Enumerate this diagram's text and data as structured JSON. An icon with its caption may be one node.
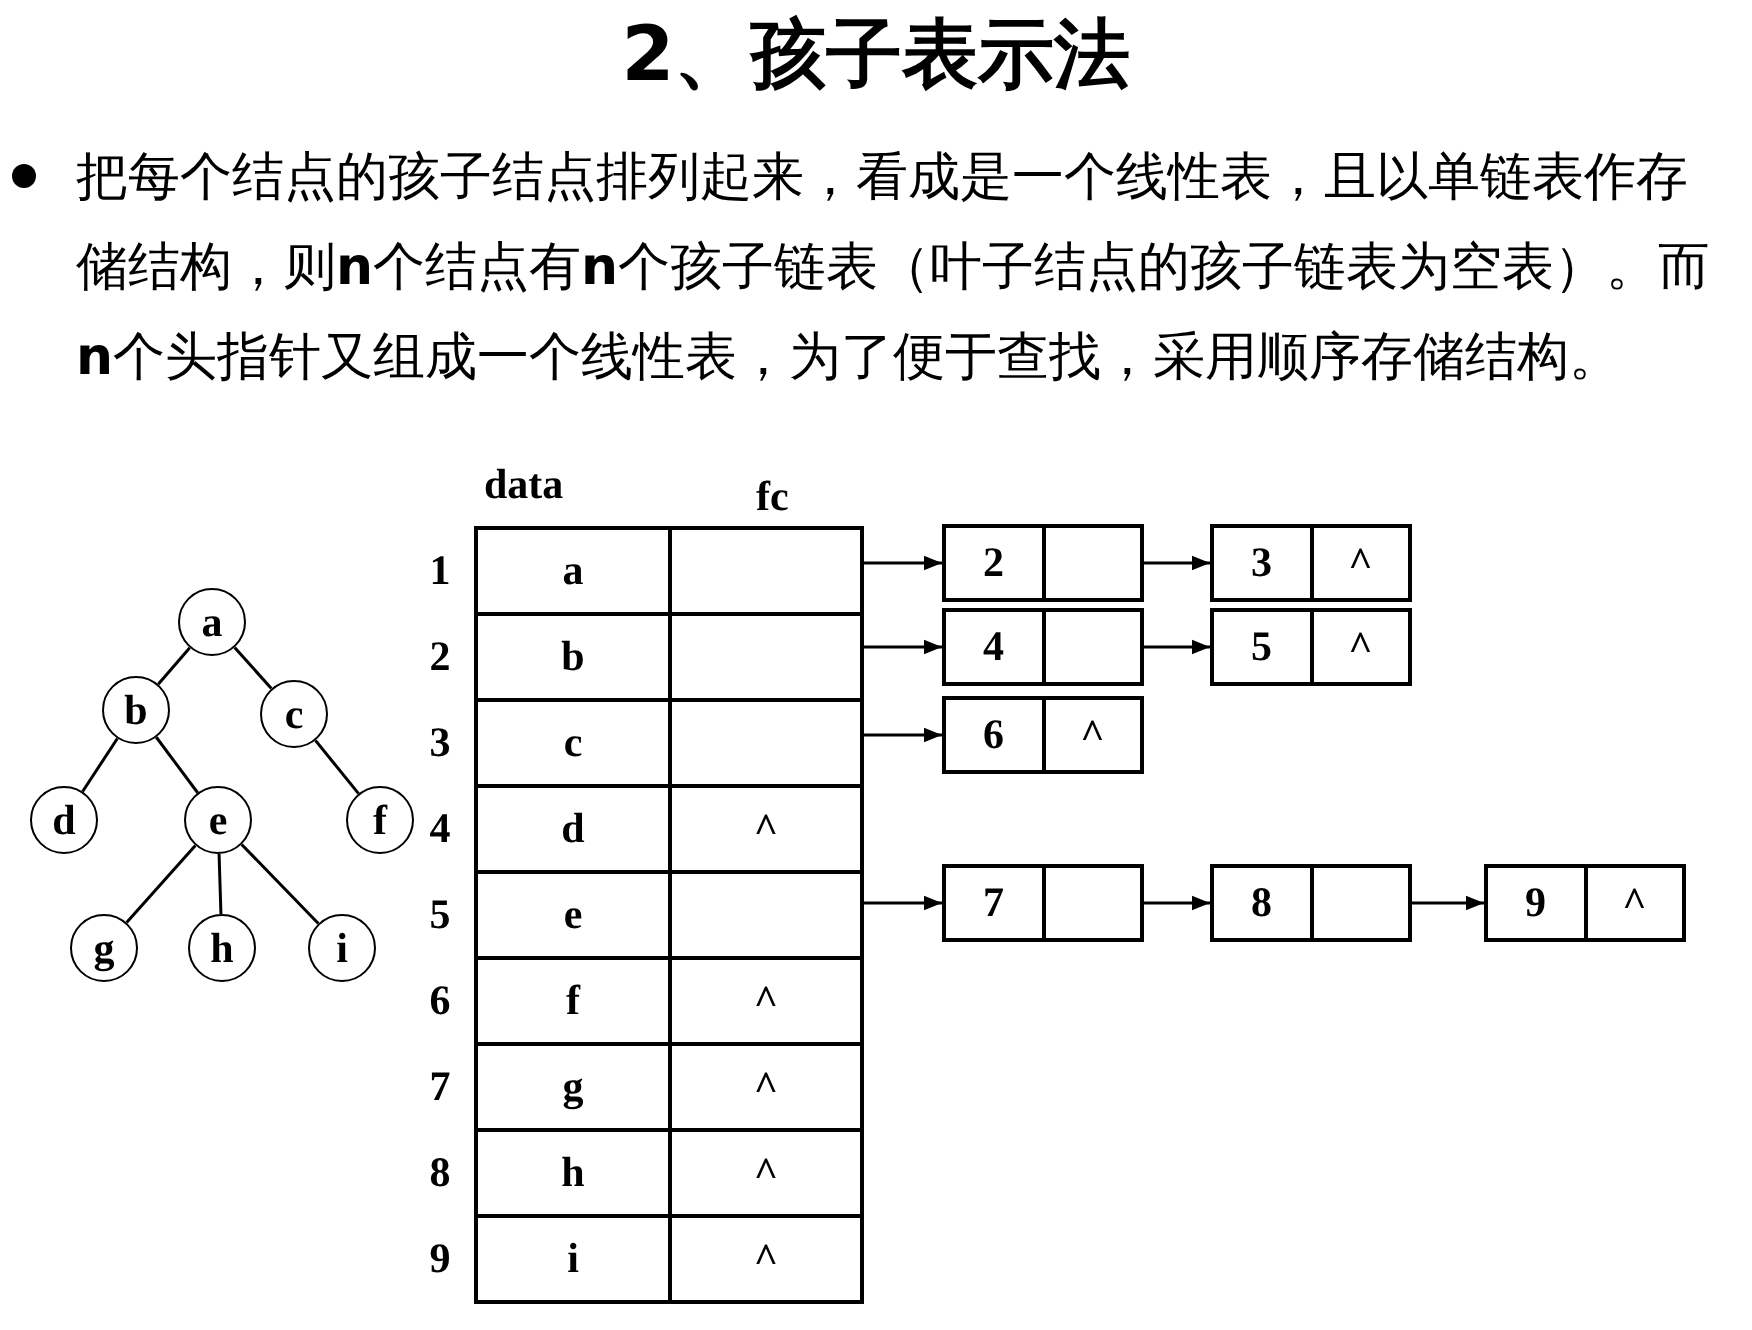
{
  "diagram": {
    "title": "2、孩子表示法",
    "nodes": [
      {
        "text": [
          "a"
        ]
      },
      {
        "text": [
          "b"
        ]
      },
      {
        "text": [
          "c"
        ]
      },
      {
        "text": [
          "d"
        ]
      },
      {
        "text": [
          "e"
        ]
      },
      {
        "text": [
          "f"
        ]
      },
      {
        "text": [
          "g"
        ]
      },
      {
        "text": [
          "h"
        ]
      },
      {
        "text": [
          "i"
        ]
      },
      {
        "text": [
          "a"
        ],
        "beside": [
          "1"
        ]
      },
      {
        "text": [],
        "shape": "box"
      },
      {
        "text": [
          "b"
        ],
        "beside": [
          "2"
        ]
      },
      {
        "text": [],
        "shape": "box"
      },
      {
        "text": [
          "c"
        ],
        "beside": [
          "3"
        ]
      },
      {
        "text": [],
        "shape": "box"
      },
      {
        "text": [
          "d"
        ],
        "beside": [
          "4"
        ]
      },
      {
        "text": [
          "^"
        ]
      },
      {
        "text": [
          "e"
        ],
        "beside": [
          "5"
        ]
      },
      {
        "text": [],
        "shape": "box"
      },
      {
        "text": [
          "f"
        ],
        "beside": [
          "6"
        ]
      },
      {
        "text": [
          "^"
        ]
      },
      {
        "text": [
          "g"
        ],
        "beside": [
          "7"
        ]
      },
      {
        "text": [
          "^"
        ]
      },
      {
        "text": [
          "h"
        ],
        "beside": [
          "8"
        ]
      },
      {
        "text": [
          "^"
        ]
      },
      {
        "text": [
          "i"
        ],
        "beside": [
          "9"
        ]
      },
      {
        "text": [
          "^"
        ]
      },
      {
        "text": [
          "2"
        ]
      },
      {
        "text": [
          "3",
          "^"
        ]
      },
      {
        "text": [
          "4"
        ]
      },
      {
        "text": [
          "5",
          "^"
        ]
      },
      {
        "text": [
          "6",
          "^"
        ]
      },
      {
        "text": [
          "7"
        ]
      },
      {
        "text": [
          "8"
        ]
      },
      {
        "text": [
          "9",
          "^"
        ]
      }
    ],
    "edges": [
      {
        "from": 0,
        "to": 1,
        "arrow": "none"
      },
      {
        "from": 0,
        "to": 2,
        "arrow": "none"
      },
      {
        "from": 1,
        "to": 3,
        "arrow": "none"
      },
      {
        "from": 1,
        "to": 4,
        "arrow": "none"
      },
      {
        "from": 2,
        "to": 5,
        "arrow": "none"
      },
      {
        "from": 4,
        "to": 6,
        "arrow": "none"
      },
      {
        "from": 4,
        "to": 7,
        "arrow": "none"
      },
      {
        "from": 4,
        "to": 8,
        "arrow": "none"
      },
      {
        "from": 10,
        "to": 27,
        "arrow": "to"
      },
      {
        "from": 27,
        "to": 28,
        "arrow": "to"
      },
      {
        "from": 12,
        "to": 29,
        "arrow": "to"
      },
      {
        "from": 29,
        "to": 30,
        "arrow": "to"
      },
      {
        "from": 14,
        "to": 31,
        "arrow": "to"
      },
      {
        "from": 18,
        "to": 32,
        "arrow": "to"
      },
      {
        "from": 32,
        "to": 33,
        "arrow": "to"
      },
      {
        "from": 33,
        "to": 34,
        "arrow": "to"
      }
    ],
    "labels": [
      "把每个结点的孩子结点排列起来，看成是一个线性表，且以单链表作存储结构，则**n**个结点有**n**个孩子链表（叶子结点的孩子链表为空表）。而**n**个头指针又组成一个线性表，为了便于查找，采用顺序存储结构。",
      "data",
      "fc"
    ]
  }
}
